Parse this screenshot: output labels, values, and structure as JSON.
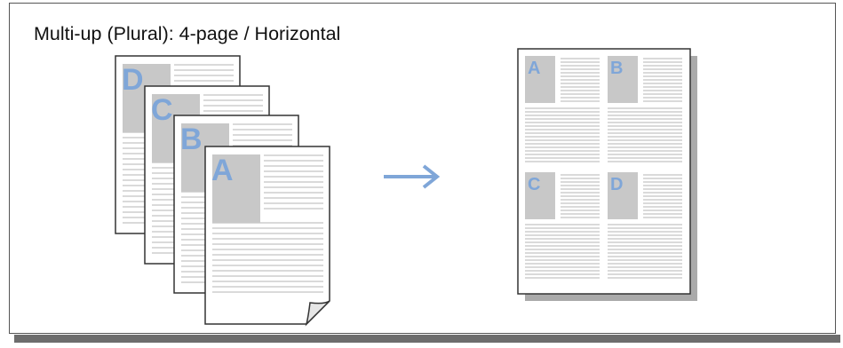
{
  "title": "Multi-up (Plural): 4-page / Horizontal",
  "source_pages": [
    {
      "letter": "D"
    },
    {
      "letter": "C"
    },
    {
      "letter": "B"
    },
    {
      "letter": "A"
    }
  ],
  "output_page": {
    "cells": [
      {
        "letter": "A"
      },
      {
        "letter": "B"
      },
      {
        "letter": "C"
      },
      {
        "letter": "D"
      }
    ]
  },
  "arrow": {
    "direction": "right"
  },
  "colors": {
    "letter": "#7fa6d8",
    "image_block": "#c8c8c8",
    "text_line": "#c4c4c4",
    "page_border": "#333333",
    "page_shadow": "#aaaaaa",
    "arrow": "#7fa6d8",
    "frame_shadow": "#6d6d6d"
  }
}
